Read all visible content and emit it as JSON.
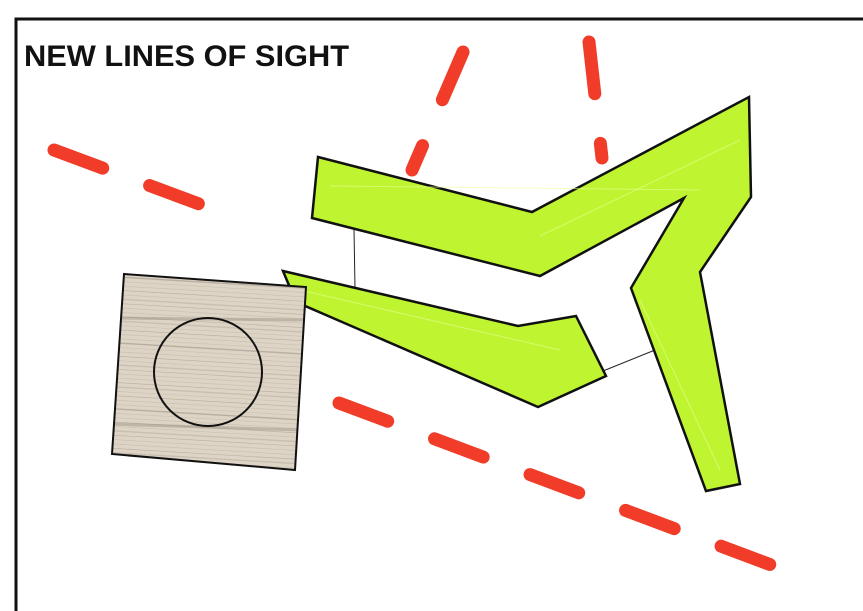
{
  "title": "NEW LINES OF SIGHT",
  "colors": {
    "sight_line": "#f03c28",
    "wall_fill": "#bff430",
    "wall_stroke": "#111111",
    "wall_highlight": "#e7ff9a",
    "block_fill": "#ddd4c6",
    "block_grain": "#9b9080",
    "frame": "#111111"
  },
  "icons": {
    "sight_line": "dashed-line",
    "wall": "angled-wall",
    "block": "round-window-block"
  },
  "legend": []
}
